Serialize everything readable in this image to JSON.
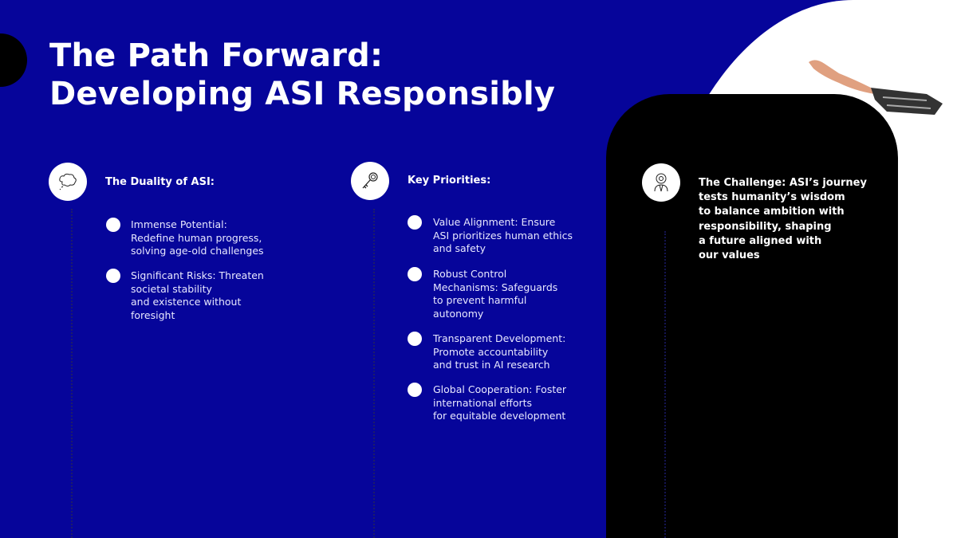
{
  "title_line1": "The Path Forward:",
  "title_line2": "Developing ASI Responsibly",
  "columns": [
    {
      "heading": "The Duality of ASI:",
      "icon": "thought-cloud-icon",
      "items": [
        [
          "Immense Potential:",
          "Redefine human progress,",
          "solving age-old challenges"
        ],
        [
          "Significant Risks: Threaten",
          "societal stability",
          "and existence without",
          "foresight"
        ]
      ]
    },
    {
      "heading": "Key Priorities:",
      "icon": "key-icon",
      "items": [
        [
          "Value Alignment: Ensure",
          "ASI prioritizes human ethics",
          "and safety"
        ],
        [
          "Robust Control",
          "Mechanisms: Safeguards",
          "to prevent harmful",
          "autonomy"
        ],
        [
          "Transparent Development:",
          "Promote accountability",
          "and trust in AI research"
        ],
        [
          "Global Cooperation: Foster",
          "international efforts",
          "for equitable development"
        ]
      ]
    }
  ],
  "challenge": {
    "icon": "robot-person-icon",
    "lines": [
      "The Challenge: ASI’s journey",
      "tests humanity’s wisdom",
      "to balance ambition with",
      "responsibility, shaping",
      "a future aligned with",
      "our values"
    ]
  },
  "colors": {
    "background": "#06059a",
    "card": "#000000"
  }
}
